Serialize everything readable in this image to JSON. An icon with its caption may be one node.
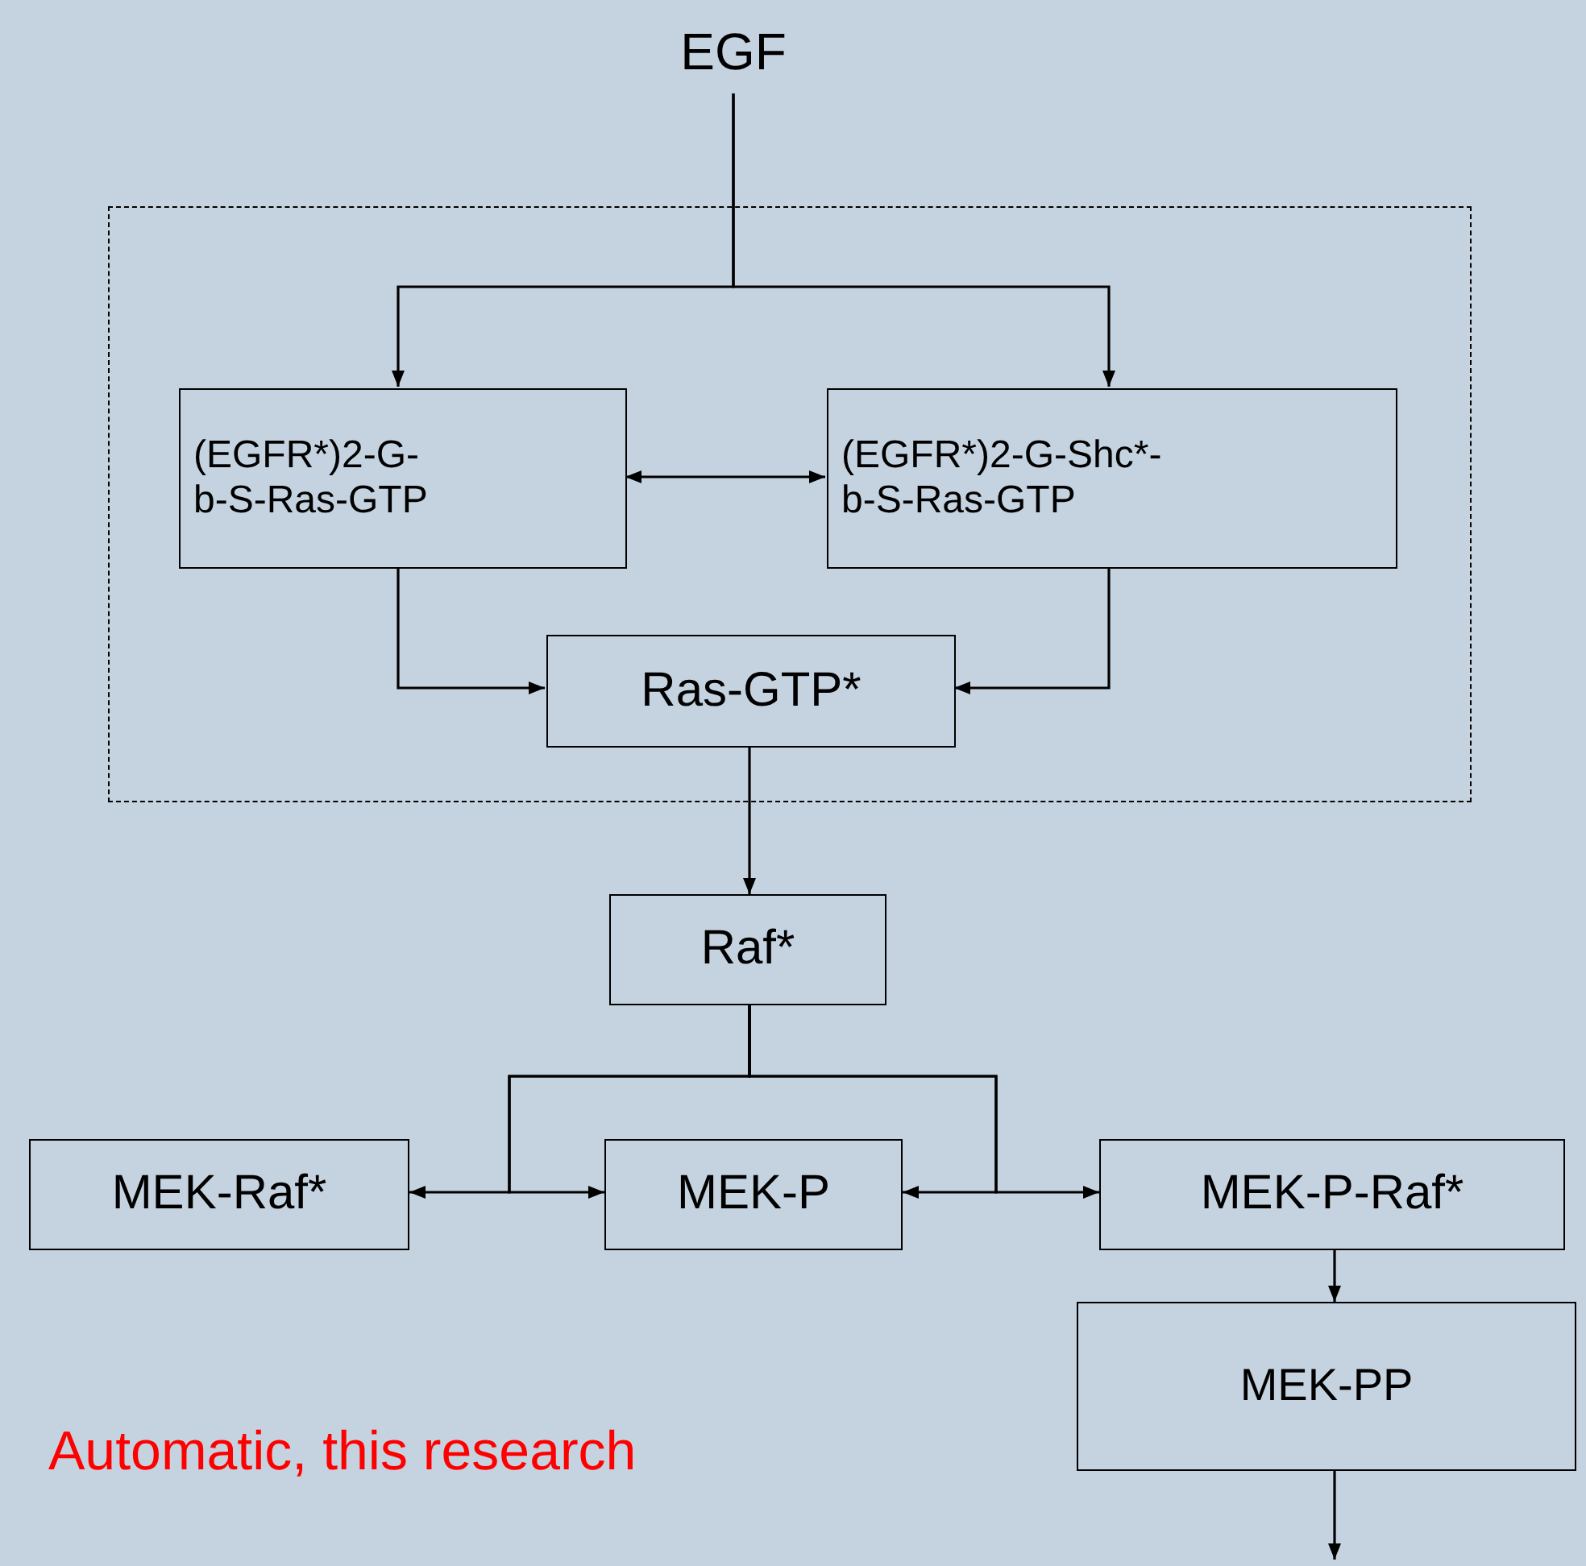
{
  "diagram": {
    "nodes": [
      {
        "text": [
          "EGF"
        ]
      },
      {
        "text": [],
        "shape": "box"
      },
      {
        "text": [
          "(EGFR*)2-G- b-S-Ras-GTP"
        ],
        "in": 1
      },
      {
        "text": [
          "(EGFR*)2-G-Shc*- b-S-Ras-GTP"
        ],
        "in": 1
      },
      {
        "text": [
          "Ras-GTP*"
        ],
        "in": 1
      },
      {
        "text": [
          "Raf*"
        ]
      },
      {
        "text": [
          "MEK-Raf*"
        ]
      },
      {
        "text": [
          "MEK-P"
        ]
      },
      {
        "text": [
          "MEK-P-Raf*"
        ]
      },
      {
        "text": [
          "MEK-PP"
        ]
      }
    ],
    "edges": [
      {
        "from": 0,
        "to": 2,
        "arrow": "to"
      },
      {
        "from": 0,
        "to": 3,
        "arrow": "to"
      },
      {
        "from": 2,
        "to": 3,
        "arrow": "both"
      },
      {
        "from": 2,
        "to": 4,
        "arrow": "to"
      },
      {
        "from": 3,
        "to": 4,
        "arrow": "to"
      },
      {
        "from": 4,
        "to": 5,
        "arrow": "to"
      },
      {
        "from": 5,
        "to": 6,
        "arrow": "to"
      },
      {
        "from": 5,
        "to": 7,
        "arrow": "to"
      },
      {
        "from": 5,
        "to": 7,
        "arrow": "to"
      },
      {
        "from": 5,
        "to": 8,
        "arrow": "to"
      },
      {
        "from": 8,
        "to": 9,
        "arrow": "to"
      },
      {
        "from": 9,
        "to": null,
        "arrow": "to"
      }
    ],
    "labels": [
      "Automatic, this research"
    ]
  }
}
